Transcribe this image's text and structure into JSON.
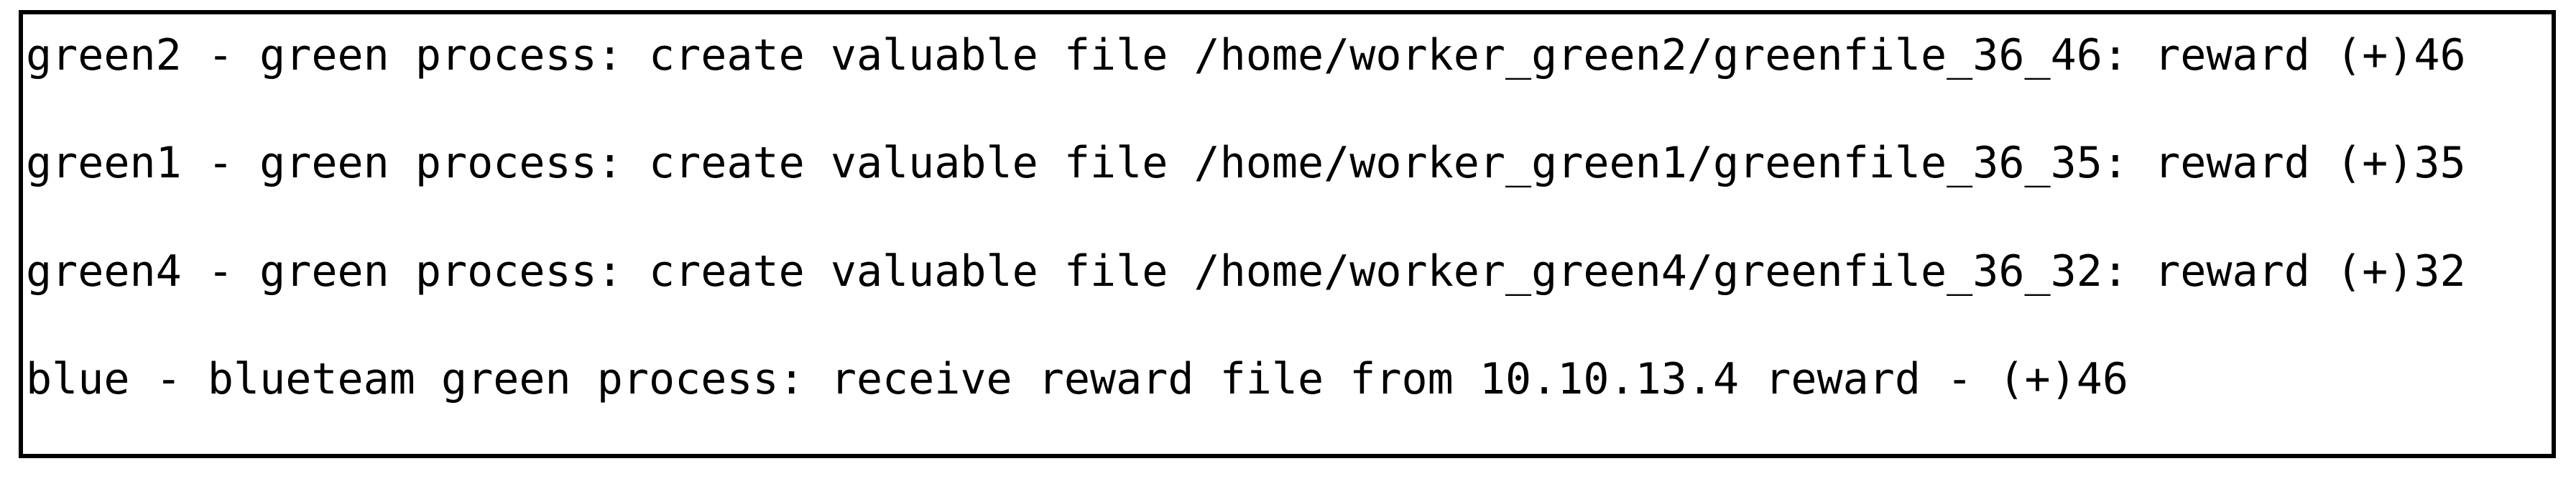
{
  "log": {
    "lines": [
      "green2 - green process: create valuable file /home/worker_green2/greenfile_36_46: reward (+)46",
      "green1 - green process: create valuable file /home/worker_green1/greenfile_36_35: reward (+)35",
      "green4 - green process: create valuable file /home/worker_green4/greenfile_36_32: reward (+)32",
      "blue - blueteam green process: receive reward file from 10.10.13.4 reward - (+)46"
    ]
  },
  "colors": {
    "text": "#000000",
    "border": "#000000",
    "background": "#ffffff"
  }
}
